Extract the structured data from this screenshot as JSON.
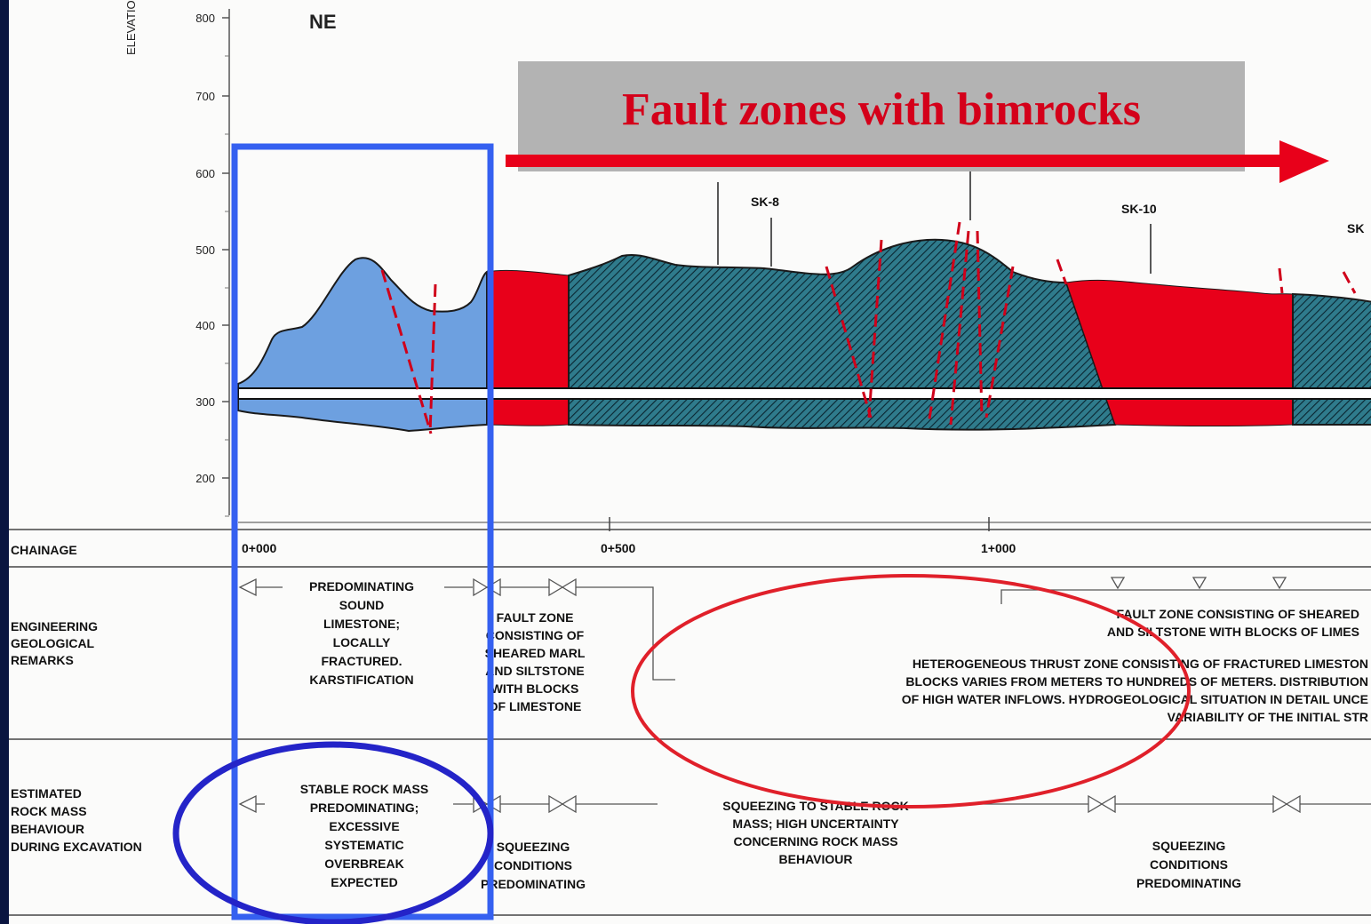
{
  "profile": {
    "direction": "NE",
    "elevation_axis_label": "ELEVATION",
    "elevation_ticks": [
      "800",
      "700",
      "600",
      "500",
      "400",
      "300",
      "200"
    ],
    "chainage_label": "CHAINAGE",
    "chainage_ticks": [
      "0+000",
      "0+500",
      "1+000"
    ],
    "boreholes": [
      "SK-8",
      "SK-10",
      "SK"
    ],
    "legend_colors": {
      "limestone": "#6da0e0",
      "fault_zone": "#e8001a",
      "thrust_zone": "#2f7b8c"
    }
  },
  "highlight": {
    "title": "Fault zones with bimrocks",
    "title_color": "#d4001a",
    "box_color": "#b3b3b3"
  },
  "sections": {
    "engineering": {
      "row_label": [
        "ENGINEERING",
        "GEOLOGICAL",
        "REMARKS"
      ],
      "zone1": [
        "PREDOMINATING",
        "SOUND",
        "LIMESTONE;",
        "LOCALLY",
        "FRACTURED.",
        "KARSTIFICATION"
      ],
      "zone2": [
        "FAULT ZONE",
        "CONSISTING OF",
        "SHEARED MARL",
        "AND SILTSTONE",
        "WITH BLOCKS",
        "OF LIMESTONE"
      ],
      "zone3": [
        "HETEROGENEOUS THRUST ZONE CONSISTING OF FRACTURED LIMESTON",
        "BLOCKS VARIES FROM METERS TO HUNDREDS OF METERS. DISTRIBUTION",
        "OF HIGH WATER INFLOWS. HYDROGEOLOGICAL SITUATION IN DETAIL UNCE",
        "VARIABILITY OF THE INITIAL STR"
      ],
      "zone4": [
        "FAULT ZONE CONSISTING OF SHEARED",
        "AND SILTSTONE WITH BLOCKS OF LIMES"
      ]
    },
    "behaviour": {
      "row_label": [
        "ESTIMATED",
        "ROCK MASS",
        "BEHAVIOUR",
        "DURING EXCAVATION"
      ],
      "zone1": [
        "STABLE ROCK MASS",
        "PREDOMINATING;",
        "EXCESSIVE",
        "SYSTEMATIC",
        "OVERBREAK",
        "EXPECTED"
      ],
      "zone2": [
        "SQUEEZING",
        "CONDITIONS",
        "PREDOMINATING"
      ],
      "zone3": [
        "SQUEEZING TO STABLE ROCK",
        "MASS; HIGH UNCERTAINTY",
        "CONCERNING ROCK MASS",
        "BEHAVIOUR"
      ],
      "zone4": [
        "SQUEEZING",
        "CONDITIONS",
        "PREDOMINATING"
      ]
    }
  }
}
